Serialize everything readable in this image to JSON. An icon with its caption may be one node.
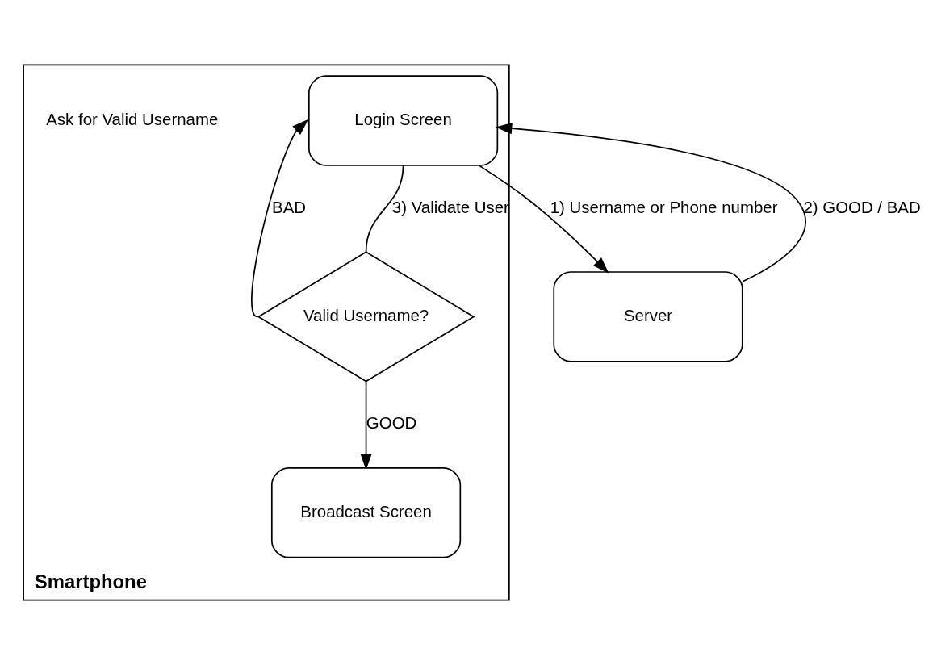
{
  "diagram": {
    "nodes": [
      {
        "text": [
          "Smartphone"
        ]
      },
      {
        "text": [
          "Login Screen"
        ],
        "in": 0
      },
      {
        "text": [
          "Valid Username?"
        ],
        "in": 0
      },
      {
        "text": [
          "Broadcast Screen"
        ],
        "in": 0
      },
      {
        "text": [
          "Server"
        ]
      }
    ],
    "edges": [
      {
        "from": 1,
        "to": 4,
        "arrow": "to",
        "label": "1) Username or Phone number"
      },
      {
        "from": 4,
        "to": 1,
        "arrow": "to",
        "label": "2) GOOD / BAD"
      },
      {
        "from": 1,
        "to": 2,
        "arrow": "none",
        "label": "3) Validate User"
      },
      {
        "from": 2,
        "to": 1,
        "arrow": "to",
        "label": "BAD"
      },
      {
        "from": 2,
        "to": 3,
        "arrow": "to",
        "label": "GOOD"
      }
    ],
    "labels": [
      "Ask for Valid Username"
    ]
  }
}
